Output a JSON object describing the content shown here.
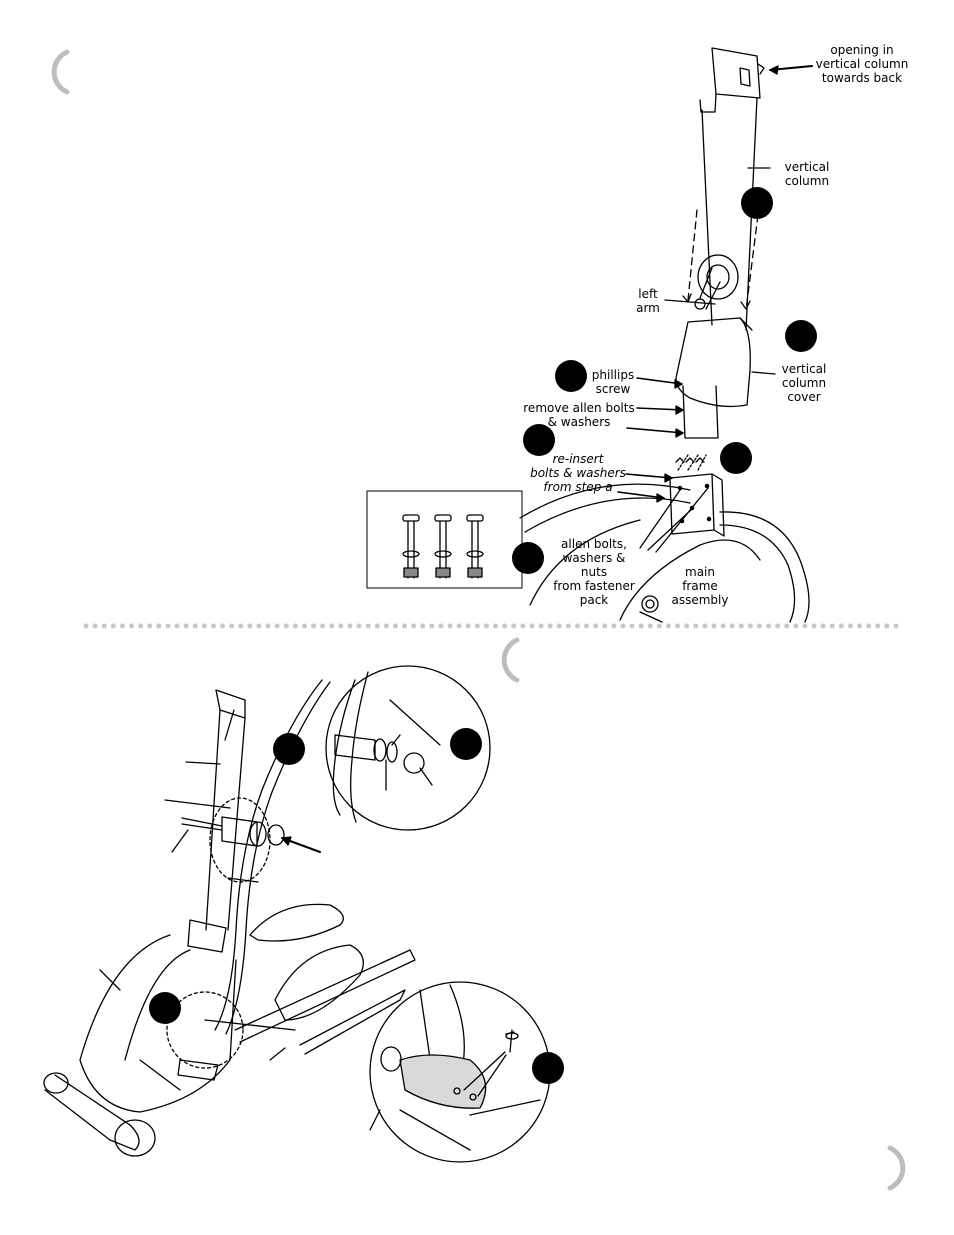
{
  "callouts": {
    "opening": "opening in\nvertical column\ntowards back",
    "vertical_column": "vertical\ncolumn",
    "left_arm": "left\narm",
    "vertical_column_cover": "vertical\ncolumn\ncover",
    "phillips_screw": "phillips\nscrew",
    "remove_allen": "remove allen bolts\n& washers",
    "reinsert": "re-insert\nbolts & washers\nfrom step a",
    "allen_from_pack": "allen bolts,\nwashers & nuts\nfrom fastener\npack",
    "main_frame": "main\nframe\nassembly"
  },
  "colors": {
    "ink": "#000000",
    "dot_divider": "#c8c8c8",
    "cover_shade": "#d9d9d9",
    "page": "#ffffff"
  }
}
